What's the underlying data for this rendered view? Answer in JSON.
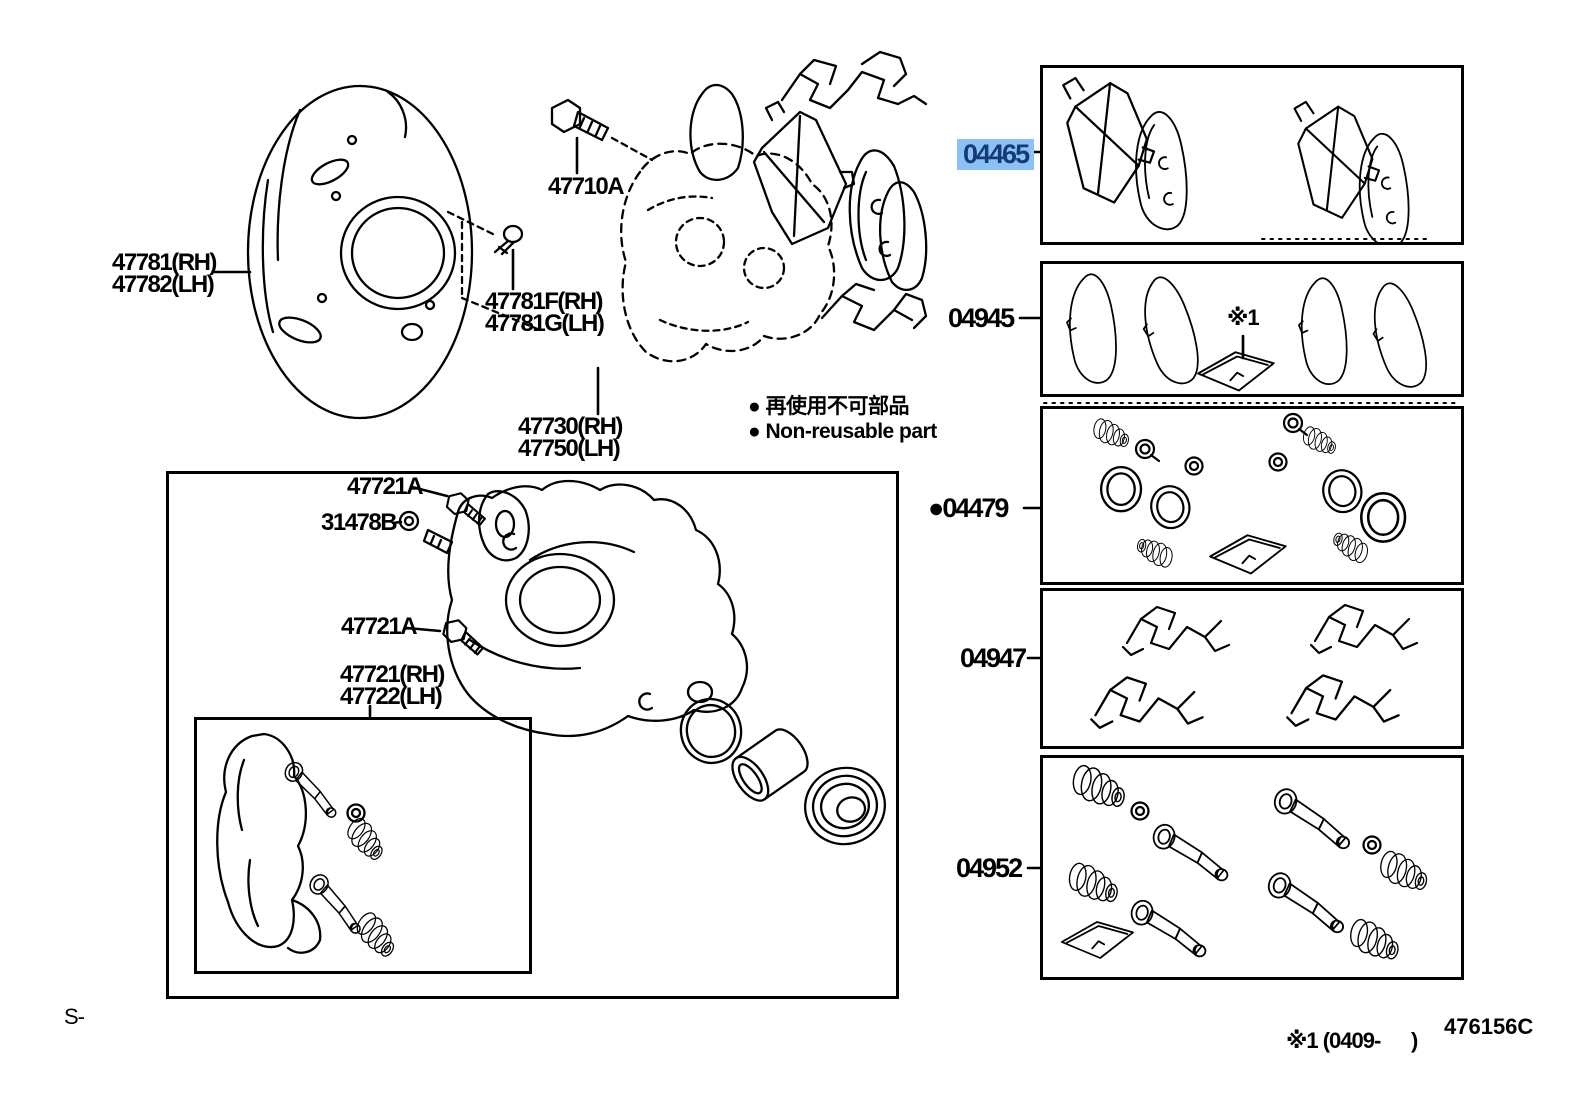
{
  "page": {
    "footer_prefix": "S-",
    "footnote": "※1 (0409-      )",
    "figure_code": "476156C"
  },
  "legend": {
    "jp": "● 再使用不可部品",
    "en": "● Non-reusable part"
  },
  "labels": {
    "shield": {
      "line1": "47781(RH)",
      "line2": "47782(LH)"
    },
    "caliper_bolt": "47710A",
    "shield_screw": {
      "line1": "47781F(RH)",
      "line2": "47781G(LH)"
    },
    "caliper_assy": {
      "line1": "47730(RH)",
      "line2": "47750(LH)"
    },
    "bleeder_plug_upper": "47721A",
    "bleeder_cap": "31478B",
    "bleeder_plug_lower": "47721A",
    "caliper_mount": {
      "line1": "47721(RH)",
      "line2": "47722(LH)"
    }
  },
  "kits": [
    {
      "code": "04465",
      "highlighted": true,
      "bullet": ""
    },
    {
      "code": "04945",
      "highlighted": false,
      "bullet": ""
    },
    {
      "code": "04479",
      "highlighted": false,
      "bullet": "●"
    },
    {
      "code": "04947",
      "highlighted": false,
      "bullet": ""
    },
    {
      "code": "04952",
      "highlighted": false,
      "bullet": ""
    }
  ],
  "annotations": {
    "shim_marker": "※1"
  },
  "colors": {
    "highlight_bg": "#8cc1f8",
    "highlight_text": "#143a78",
    "ink": "#000000"
  }
}
